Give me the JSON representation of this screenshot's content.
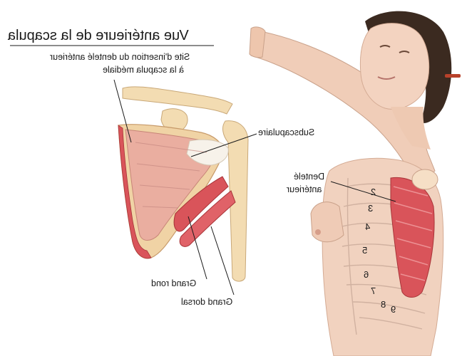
{
  "title": "Vue antérieure de la scapula",
  "subtitle_line1": "Site d'insertion du dentelé antérieur",
  "subtitle_line2": "à la scapula médiale",
  "labels": {
    "subscapulaire": "Subscapulaire",
    "dentele_line1": "Dentelé",
    "dentele_line2": "antérieur",
    "grand_rond": "Grand rond",
    "grand_dorsal": "Grand dorsal"
  },
  "rib_numbers": [
    "2",
    "3",
    "4",
    "5",
    "6",
    "7",
    "8",
    "9"
  ],
  "colors": {
    "skin": "#f1d2bf",
    "muscle": "#d9545a",
    "bone": "#f3dcb2",
    "hair": "#3b2a20"
  }
}
